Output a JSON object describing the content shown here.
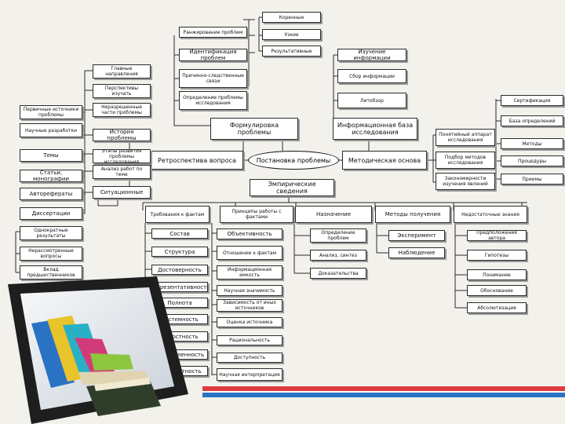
{
  "center": {
    "label": "Постановка проблемы"
  },
  "nodes": {
    "korennye": "Коренные",
    "uzkie": "Узкие",
    "rezultativnye": "Результативные",
    "ranzhirovanie": "Ранжирование проблем",
    "identifikaciya": "Идентификация проблем",
    "prichinno": "Причинно-следственные связи",
    "opredelenie_problemy": "Определение проблемы исследования",
    "formulirovka": "Формулировка проблемы",
    "izuchenie_info": "Изучение информации",
    "sbor_info": "Сбор информации",
    "literobzor": "Литобзор",
    "info_baza": "Информационная база исследования",
    "metod_osnova": "Методическая основа",
    "retrospektiva": "Ретроспектива вопроса",
    "empiricheskie": "Эмпирические сведения",
    "glavnye_napravleniya": "Главные направления",
    "perspektivy": "Перспективы изучать",
    "nerazreshennye": "Неразрешенные части проблемы",
    "istoriya": "История проблемы",
    "etapy": "Этапы развития проблемы исследования",
    "analiz_raboty": "Анализ работ по теме",
    "situaciya": "Ситуационные",
    "l_pervichnye": "Первичные источники проблемы",
    "l_nauchnye": "Научные разработки",
    "l_temy": "Темы",
    "l_stati": "Статьи, монографии",
    "l_avtoreferaty": "Авторефераты",
    "l_dissertacii": "Диссертации",
    "l_odnokratnye": "Однократные результаты",
    "l_nerassmotrennye": "Нерассмотренные вопросы",
    "l_vklad": "Вклад предшественников",
    "r_ponyatiyniy": "Понятийный аппарат исследования",
    "r_podbor": "Подбор методов исследования",
    "r_zakonomernosti": "Закономерности изучения явлений",
    "r_sertifikaciya": "Сертификация",
    "r_baza_opredeleniy": "База определений",
    "r_metody": "Методы",
    "r_procedury": "Процедуры",
    "r_priemy": "Приемы",
    "h_trebovaniya": "Требования к фактам",
    "h_principy": "Принципы работы с фактами",
    "h_naznachenie": "Назначение",
    "h_metody_polucheniya": "Методы получения",
    "h_nedostatochnye": "Недостаточные знания",
    "c1": [
      "Состав",
      "Структура",
      "Достоверность",
      "Репрезентативность",
      "Полнота",
      "Системность",
      "Целостность",
      "Определенность",
      "Релевантность"
    ],
    "c2": [
      "Объективность",
      "Отношение к фактам",
      "Информационная емкость",
      "Научная значимость",
      "Зависимость от иных источников",
      "Оценка источника",
      "Рациональность",
      "Доступность",
      "Научная интерпретация"
    ],
    "c3": [
      "Определение проблем",
      "Анализ, синтез",
      "Доказательства"
    ],
    "c4": [
      "Эксперимент",
      "Наблюдение"
    ],
    "c5": [
      "Предположения автора",
      "Гипотезы",
      "Понимание",
      "Обоснование",
      "Абсолютизация"
    ]
  },
  "colors": {
    "background": "#f3f1ec",
    "line": "#2b2b2b",
    "strip_top": "#e03a3e",
    "strip_bottom": "#2a73c4"
  }
}
